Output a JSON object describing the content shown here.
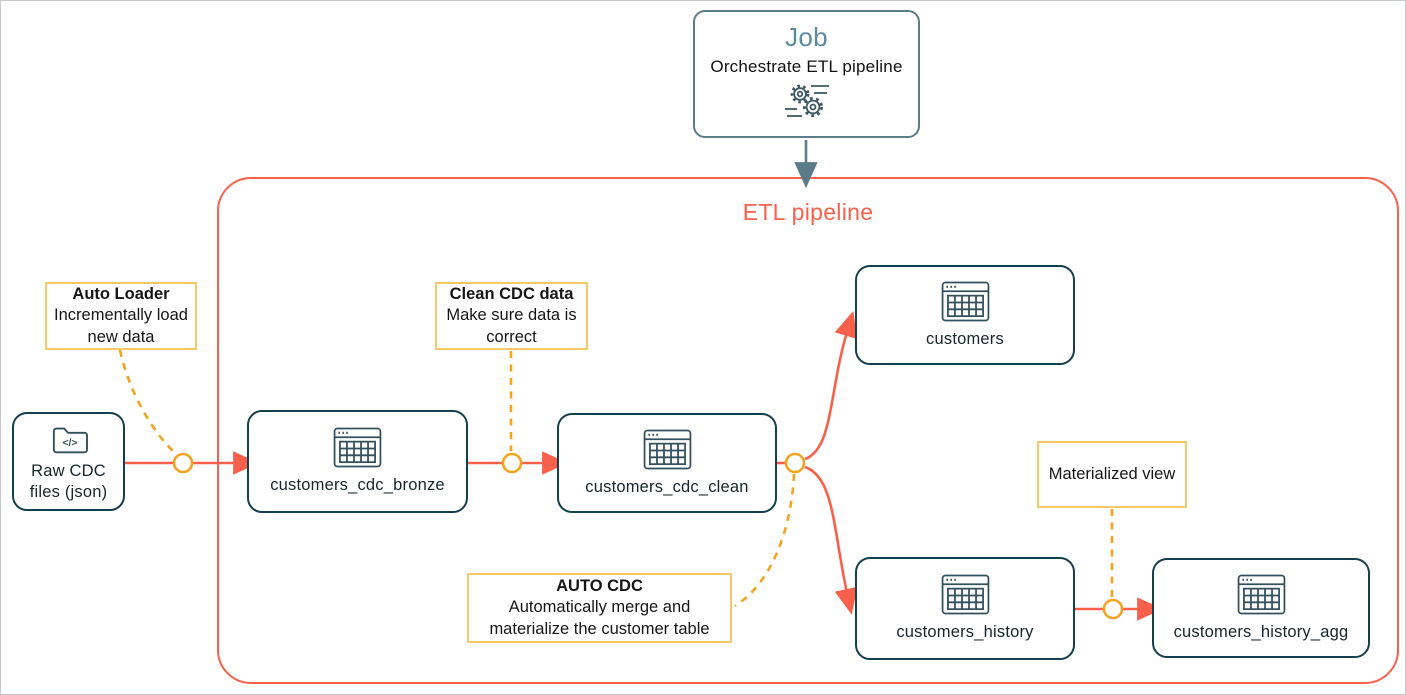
{
  "job": {
    "title": "Job",
    "subtitle": "Orchestrate ETL pipeline",
    "icon": "gears-icon"
  },
  "pipeline": {
    "title": "ETL pipeline"
  },
  "source": {
    "label": "Raw CDC files (json)",
    "icon": "folder-code-icon",
    "icon_glyph": "</>"
  },
  "tables": [
    {
      "label": "customers_cdc_bronze"
    },
    {
      "label": "customers_cdc_clean"
    },
    {
      "label": "customers"
    },
    {
      "label": "customers_history"
    },
    {
      "label": "customers_history_agg"
    }
  ],
  "annotations": [
    {
      "title": "Auto Loader",
      "body": "Incrementally load new data"
    },
    {
      "title": "Clean CDC data",
      "body": "Make sure data is correct"
    },
    {
      "title": "AUTO CDC",
      "body": "Automatically merge and materialize the customer table"
    },
    {
      "title": "",
      "body": "Materialized view"
    }
  ],
  "colors": {
    "pipeline_red": "#f8604b",
    "node_teal": "#143f4e",
    "icon_teal": "#33505c",
    "amber": "#f2a41f",
    "gold_border": "#f8c966",
    "slate": "#5d7c8a",
    "job_title_blue": "#5e8b9d"
  }
}
